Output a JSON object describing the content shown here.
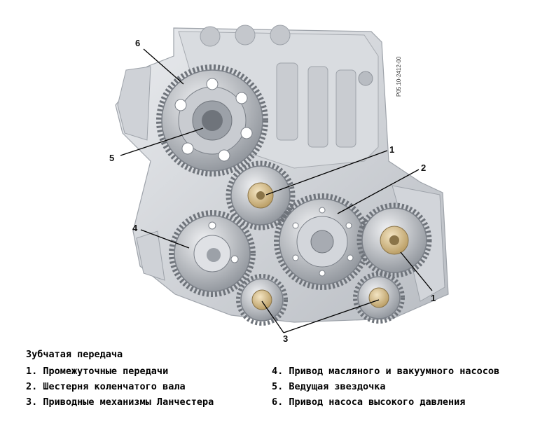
{
  "figure": {
    "code": "P05.10-2412-00",
    "callouts": [
      "6",
      "5",
      "1",
      "2",
      "4",
      "1",
      "3"
    ]
  },
  "caption": {
    "title": "Зубчатая передача",
    "items": [
      "1. Промежуточные передачи",
      "2. Шестерня коленчатого вала",
      "3. Приводные механизмы Ланчестера",
      "4. Привод масляного и вакуумного насосов",
      "5. Ведущая звездочка",
      "6. Привод насоса высокого давления"
    ]
  }
}
